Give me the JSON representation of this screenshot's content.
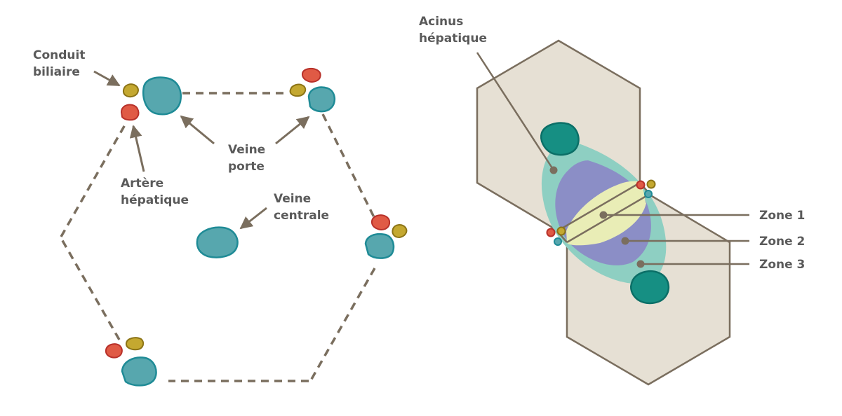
{
  "colors": {
    "line": "#7a6e5e",
    "vein_fill": "#57a7ae",
    "vein_stroke": "#1f8b96",
    "artery_fill": "#e05a45",
    "artery_stroke": "#b8312a",
    "bile_fill": "#c4a830",
    "bile_stroke": "#8c7416",
    "hex_fill": "#e6e0d4",
    "zone3_fill": "#8ecfc2",
    "zone2_fill": "#8b8ec6",
    "zone1_fill": "#e9edb6",
    "central_vein_fill": "#168f83",
    "central_vein_stroke": "#0b6f67",
    "text": "#5a5a5a"
  },
  "left": {
    "bile_duct_label": [
      "Conduit",
      "biliaire"
    ],
    "artery_label": [
      "Artère",
      "hépatique"
    ],
    "portal_vein_label": [
      "Veine",
      "porte"
    ],
    "central_vein_label": [
      "Veine",
      "centrale"
    ]
  },
  "right": {
    "acinus_label": [
      "Acinus",
      "hépatique"
    ],
    "zone1_label": "Zone 1",
    "zone2_label": "Zone 2",
    "zone3_label": "Zone 3"
  }
}
